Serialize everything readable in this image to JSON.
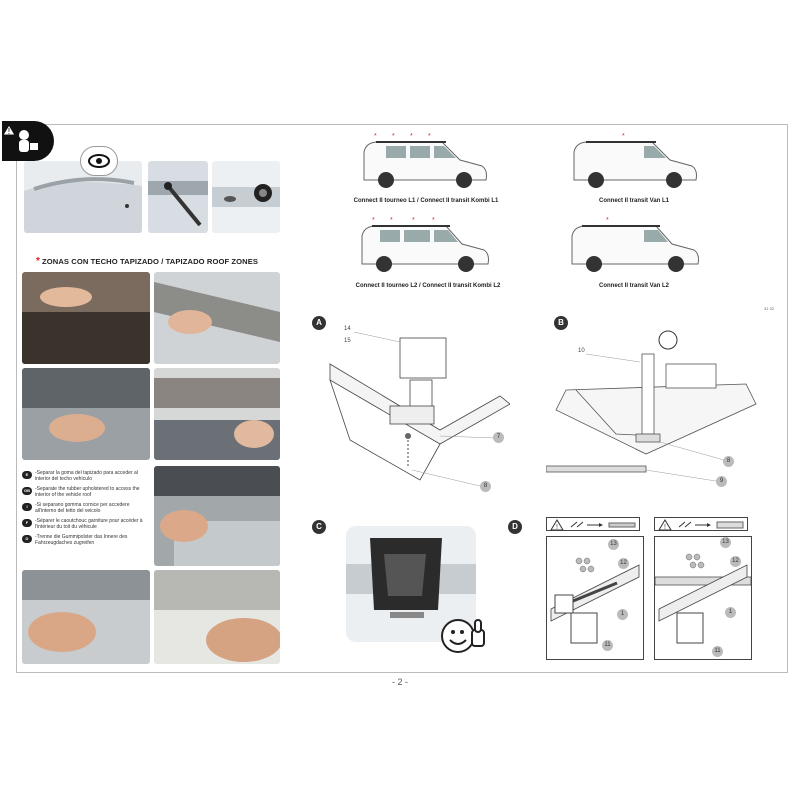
{
  "page": {
    "number_text": "- 2 -"
  },
  "zones_title": {
    "star": "*",
    "text": "ZONAS CON TECHO TAPIZADO / TAPIZADO ROOF ZONES"
  },
  "steps": [
    {
      "code": "E",
      "text": "-Separar la goma del tapizado para acceder al interior del techo vehículo"
    },
    {
      "code": "GB",
      "text": "-Separate the rubber upholstered to access the interior of the vehicle roof"
    },
    {
      "code": "I",
      "text": "-Si separano gomma cornice per accedere all'interno del tetto del veicolo"
    },
    {
      "code": "F",
      "text": "-Séparer le caoutchouc garniture pour accéder à l'intérieur du toit du véhicule"
    },
    {
      "code": "D",
      "text": "-Trenne die Gummipolster das Innere des Fahrzeugdaches zugreifen"
    }
  ],
  "vehicles": [
    {
      "label": "Connect II tourneo L1  / Connect II transit Kombi L1"
    },
    {
      "label": "Connect II transit Van L1"
    },
    {
      "label": "Connect II tourneo L2  /  Connect II transit Kombi L2"
    },
    {
      "label": "Connect II transit Van L2"
    }
  ],
  "diagrams": {
    "a": {
      "letter": "A",
      "parts": [
        "14",
        "15",
        "7",
        "8"
      ]
    },
    "b": {
      "letter": "B",
      "parts": [
        "10",
        "8",
        "9"
      ]
    },
    "c": {
      "letter": "C"
    },
    "d": {
      "letter": "D",
      "left_parts": [
        "13",
        "12",
        "1",
        "11"
      ],
      "right_parts": [
        "13",
        "12",
        "1",
        "11"
      ]
    }
  },
  "side_marks": "31   32",
  "colors": {
    "accent_red": "#d62828",
    "label_dark": "#333333",
    "part_badge": "#bdbdbd"
  }
}
